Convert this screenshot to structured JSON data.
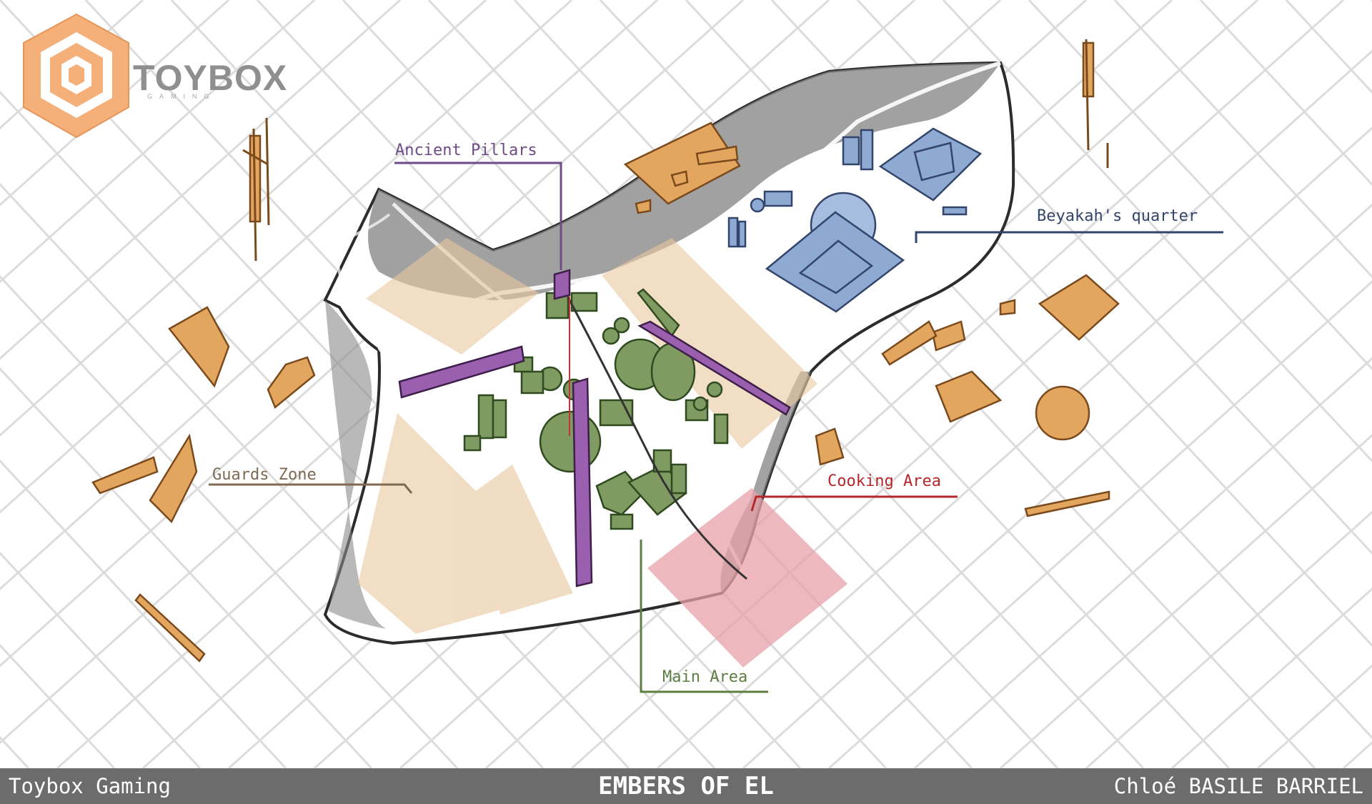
{
  "logo": {
    "name": "TOYBOX",
    "tagline": "GAMING"
  },
  "colors": {
    "pillars": "#9b5fb0",
    "main_area": "#7f9b62",
    "guards_zone": "#e8c89c",
    "cooking_area": "#e8a2a8",
    "beyakah_quarter": "#8eaad2",
    "props": "#e3a65e",
    "grid": "#dcdcdc",
    "terrain": "#7a7a7a"
  },
  "callouts": {
    "ancient_pillars": "Ancient Pillars",
    "beyakah_quarter": "Beyakah's quarter",
    "guards_zone": "Guards Zone",
    "cooking_area": "Cooking Area",
    "main_area": "Main Area"
  },
  "footer": {
    "left": "Toybox Gaming",
    "center": "EMBERS OF EL",
    "right": "Chloé BASILE BARRIEL"
  }
}
